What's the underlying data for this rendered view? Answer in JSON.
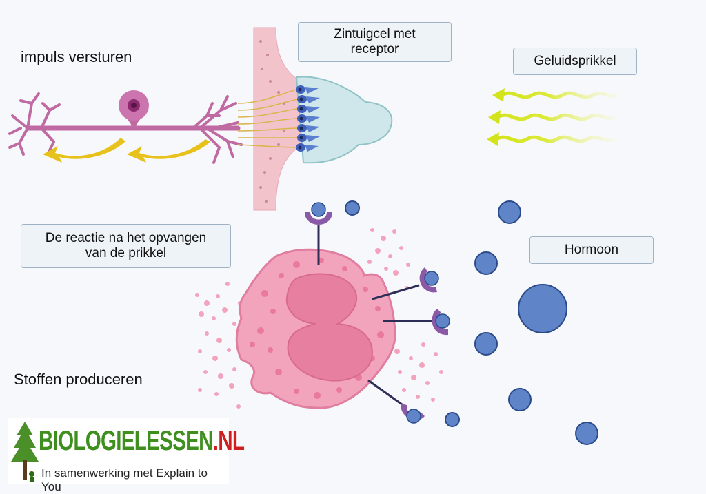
{
  "labels": {
    "impuls": "impuls versturen",
    "zintuigcel": "Zintuigcel met receptor",
    "geluid": "Geluidsprikkel",
    "reactie": "De reactie na het opvangen van de prikkel",
    "hormoon": "Hormoon",
    "stoffen": "Stoffen produceren"
  },
  "logo": {
    "name_prefix": "BIOLOGIELESSEN",
    "name_suffix": ".NL",
    "tagline": "In samenwerking met Explain to You"
  },
  "colors": {
    "neuron": "#c06aa3",
    "arrow_yellow": "#e8c21c",
    "wave": "#d8e822",
    "cell": "#f2a4bd",
    "hormone": "#5f84c8",
    "receptor": "#8a5aa6"
  }
}
